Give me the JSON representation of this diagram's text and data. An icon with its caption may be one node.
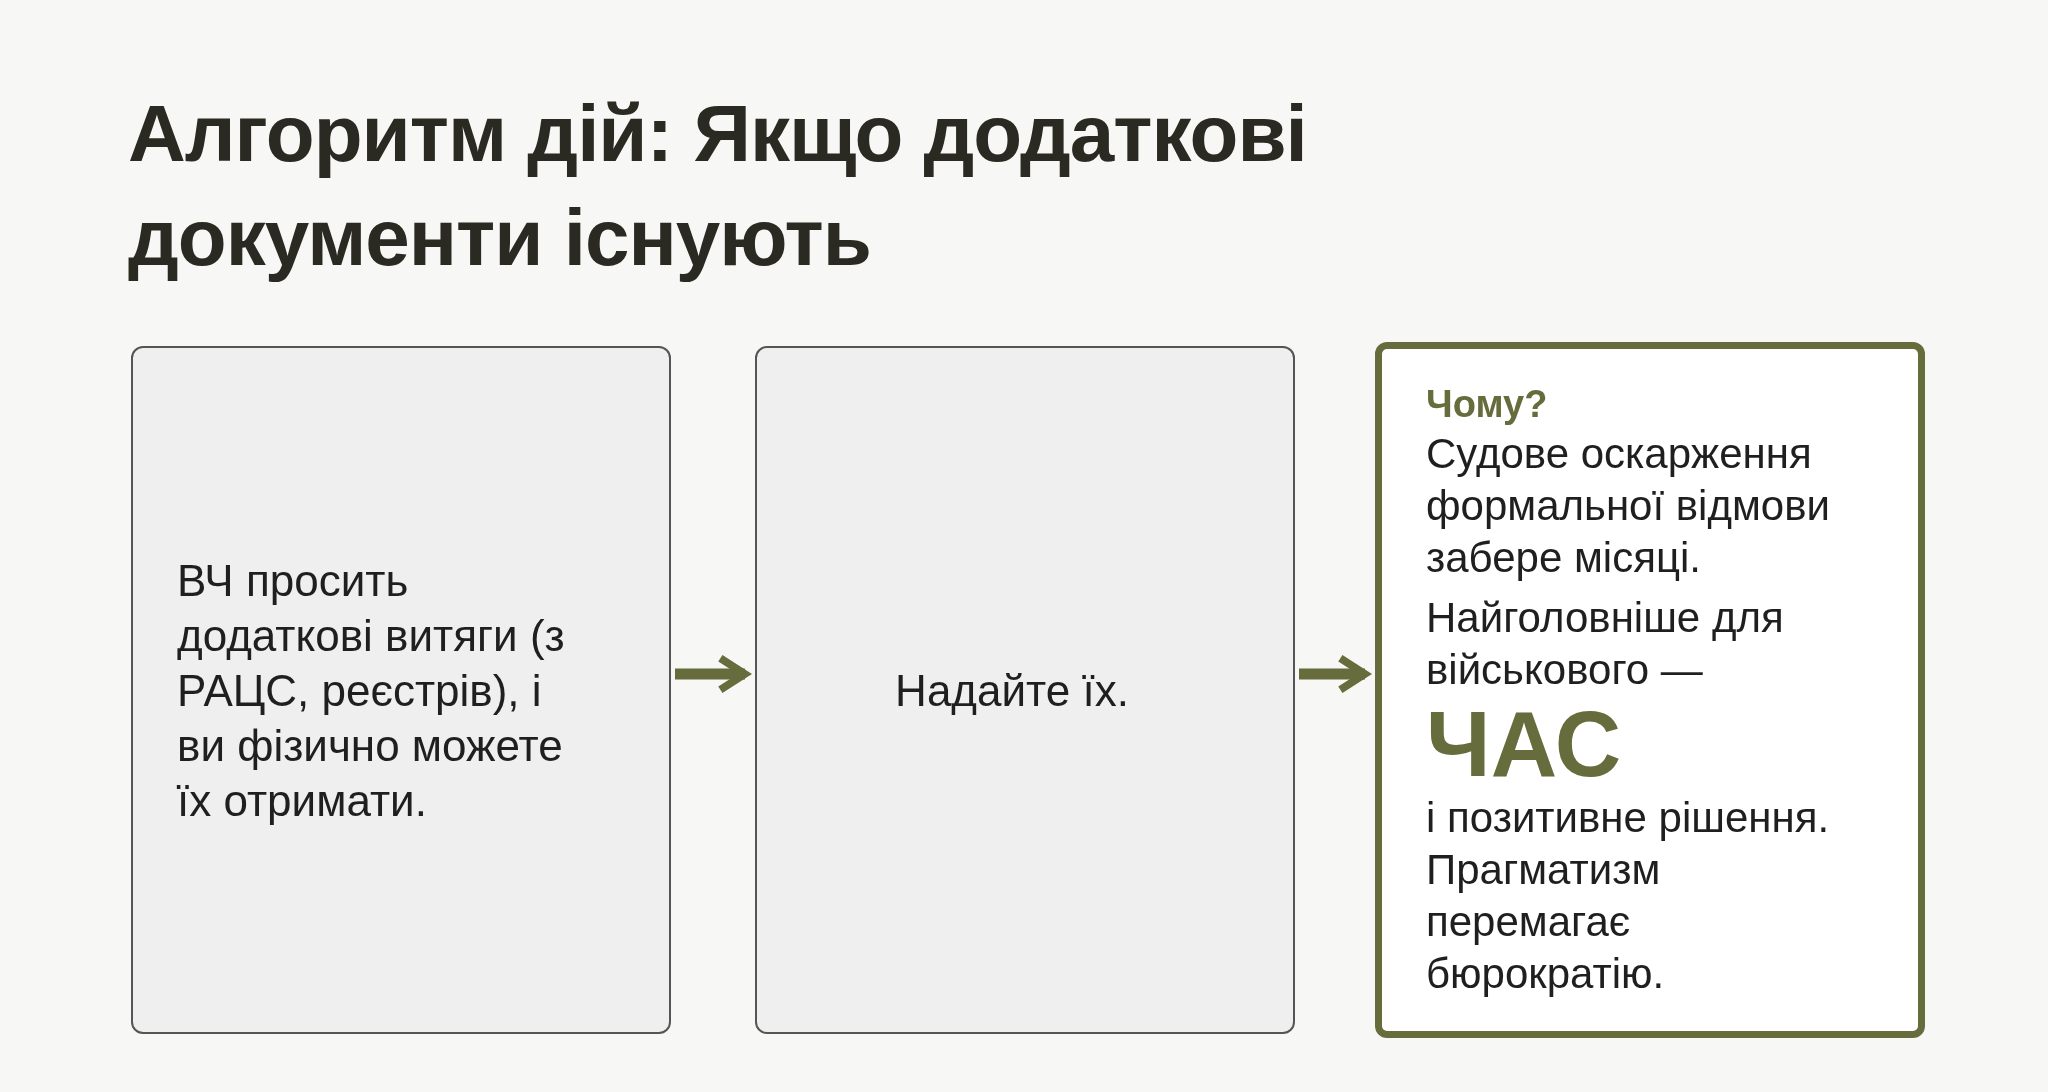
{
  "diagram": {
    "title": "Алгоритм дій: Якщо додаткові документи існують",
    "nodes": [
      {
        "text": [
          "ВЧ просить додаткові витяги (з РАЦС, реєстрів), і ви фізично можете їх отримати."
        ]
      },
      {
        "text": [
          "Надайте їх."
        ]
      },
      {
        "text": [
          "Чому?",
          "Судове оскарження формальної відмови забере місяці.",
          "Найголовніше для військового —",
          "ЧАС",
          "і позитивне рішення.",
          "Прагматизм перемагає бюрократію."
        ]
      }
    ],
    "edges": [
      {
        "from": 0,
        "to": 1,
        "arrow": "to"
      },
      {
        "from": 1,
        "to": 2,
        "arrow": "to"
      }
    ]
  }
}
